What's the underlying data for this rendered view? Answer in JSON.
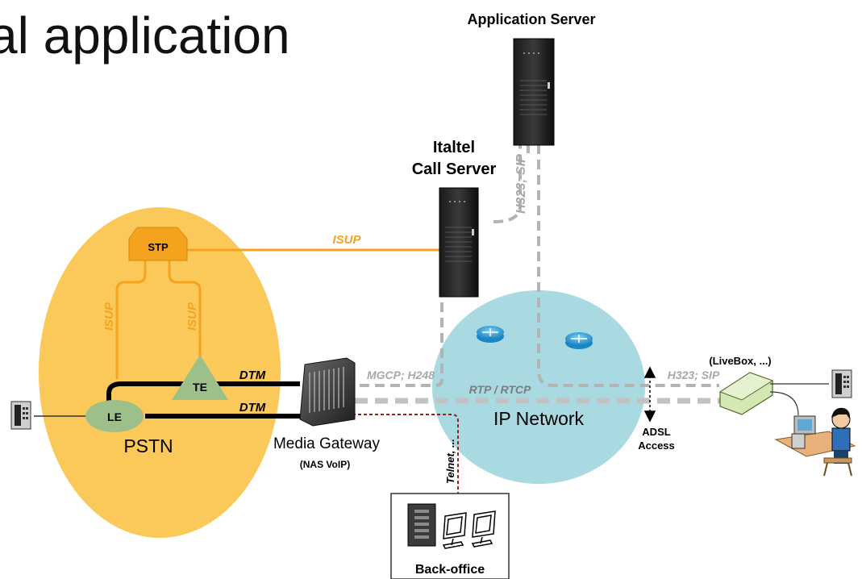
{
  "slide": {
    "title": "al application"
  },
  "labels": {
    "app_server": "Application Server",
    "call_server_line1": "Italtel",
    "call_server_line2": "Call Server",
    "stp": "STP",
    "isup_top": "ISUP",
    "isup_left": "ISUP",
    "isup_right": "ISUP",
    "te": "TE",
    "le": "LE",
    "pstn": "PSTN",
    "dtm_top": "DTM",
    "dtm_bottom": "DTM",
    "media_gateway": "Media Gateway",
    "nas_voip": "(NAS VoIP)",
    "mgcp": "MGCP; H248",
    "rtp": "RTP / RTCP",
    "ip_network": "IP Network",
    "h323_sip_vertical": "H323; SIP",
    "h323_sip_right": "H323; SIP",
    "livebox": "(LiveBox, ...)",
    "adsl_line1": "ADSL",
    "adsl_line2": "Access",
    "telnet": "Telnet, ...",
    "back_office": "Back-office"
  },
  "colors": {
    "pstn_fill": "#fbc95a",
    "signaling_orange": "#f5a21e",
    "ip_network_fill": "#a9d9e1",
    "node_green": "#9dbf8a",
    "dashed_gray": "#b3b3b3",
    "telnet_red": "#9b1c1c",
    "router_blue": "#2a9fd8"
  },
  "icons": [
    "server-icon",
    "telephone-icon",
    "router-icon",
    "media-gateway-icon",
    "modem-icon",
    "pc-icon",
    "user-at-desk-icon"
  ]
}
